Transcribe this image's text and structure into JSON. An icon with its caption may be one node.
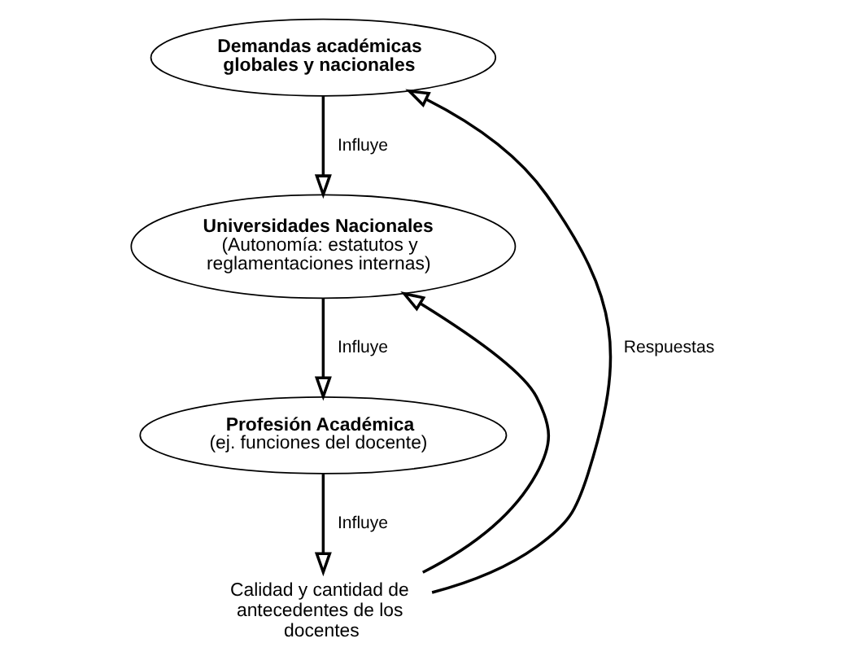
{
  "diagram": {
    "nodes": [
      {
        "text": [
          "Demandas académicas globales y nacionales"
        ]
      },
      {
        "text": [
          "Universidades Nacionales",
          "(Autonomía: estatutos y reglamentaciones internas)"
        ]
      },
      {
        "text": [
          "Profesión Académica",
          "(ej. funciones del docente)"
        ]
      },
      {
        "text": [
          "Calidad y cantidad de antecedentes de los docentes"
        ]
      }
    ],
    "edges": [
      {
        "from": 0,
        "to": 1,
        "arrow": "to",
        "label": "Influye"
      },
      {
        "from": 1,
        "to": 2,
        "arrow": "to",
        "label": "Influye"
      },
      {
        "from": 2,
        "to": 3,
        "arrow": "to",
        "label": "Influye"
      },
      {
        "from": 3,
        "to": 1,
        "arrow": "to"
      },
      {
        "from": 3,
        "to": 0,
        "arrow": "to",
        "label": "Respuestas"
      }
    ]
  }
}
